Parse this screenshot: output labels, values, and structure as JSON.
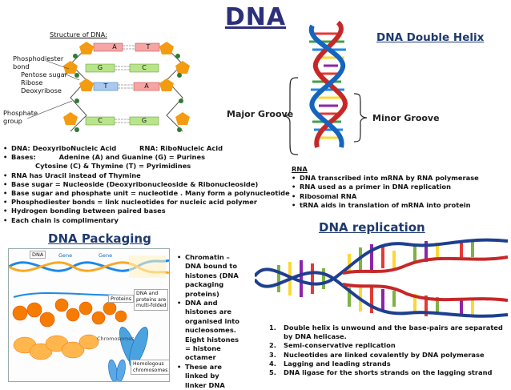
{
  "title": "DNA",
  "structure": {
    "caption": "Structure of DNA:",
    "pairs": [
      {
        "left": "A",
        "right": "T"
      },
      {
        "left": "G",
        "right": "C"
      },
      {
        "left": "T",
        "right": "A"
      },
      {
        "left": "C",
        "right": "G"
      }
    ],
    "labels": {
      "phosphodiester": "Phosphodiester",
      "bond": "bond",
      "pentose": "Pentose sugar",
      "ribose": "Ribose",
      "deoxyribose": "Deoxyribose",
      "phosphate": "Phosphate",
      "group": "group"
    },
    "colors": {
      "phosphate": "#f39c12",
      "sugar_left": "#f5a623",
      "base": "#8fd14f",
      "bond": "#4caf50",
      "dot": "#2e7d32"
    }
  },
  "helix": {
    "heading": "DNA Double Helix",
    "major_groove": "Major Groove",
    "minor_groove": "Minor Groove"
  },
  "facts": [
    "DNA: DeoxyriboNucleic Acid          RNA: RiboNucleic Acid",
    "Bases:          Adenine (A) and Guanine (G) = Purines",
    "RNA has Uracil instead of Thymine",
    "Base sugar = Nucleoside (Deoxyribonucleoside & Ribonucleoside)",
    "Base sugar and phosphate unit = nucleotide . Many form a polynucleotide",
    "Phosphodiester bonds = link nucleotides for nucleic acid polymer",
    "Hydrogen bonding between paired bases",
    "Each chain is complimentary"
  ],
  "facts_sub": "Cytosine (C) & Thymine (T) = Pyrimidines",
  "rna": {
    "heading": "RNA",
    "items": [
      "DNA transcribed into mRNA by RNA polymerase",
      "RNA used as a primer in DNA replication",
      "Ribosomal RNA",
      "tRNA aids in translation of mRNA into protein"
    ]
  },
  "packaging": {
    "heading": "DNA Packaging",
    "figure_labels": {
      "dna": "DNA",
      "gene1": "Gene",
      "gene2": "Gene",
      "proteins": "Proteins",
      "dna_proteins": [
        "DNA and",
        "proteins are",
        "multi-folded"
      ],
      "chromosomes": "Chromosomes",
      "homologous": [
        "Homologous",
        "chromosomes"
      ]
    },
    "bullets": [
      [
        "Chromatin –",
        "DNA bound to",
        "histones (DNA",
        "packaging",
        "proteins)"
      ],
      [
        "DNA and",
        "histones are",
        "organised into",
        "nucleosomes.",
        "Eight histones",
        "= histone",
        "octamer"
      ],
      [
        "These are",
        "linked by",
        "linker DNA"
      ]
    ]
  },
  "replication": {
    "heading": "DNA replication",
    "steps": [
      [
        "Double helix is unwound and the base-pairs are separated",
        "by DNA helicase."
      ],
      [
        "Semi-conservative replication"
      ],
      [
        "Nucleotides are linked covalently by DNA polymerase"
      ],
      [
        "Lagging and leading strands"
      ],
      [
        "DNA ligase for the shorts strands on the lagging strand"
      ]
    ]
  }
}
